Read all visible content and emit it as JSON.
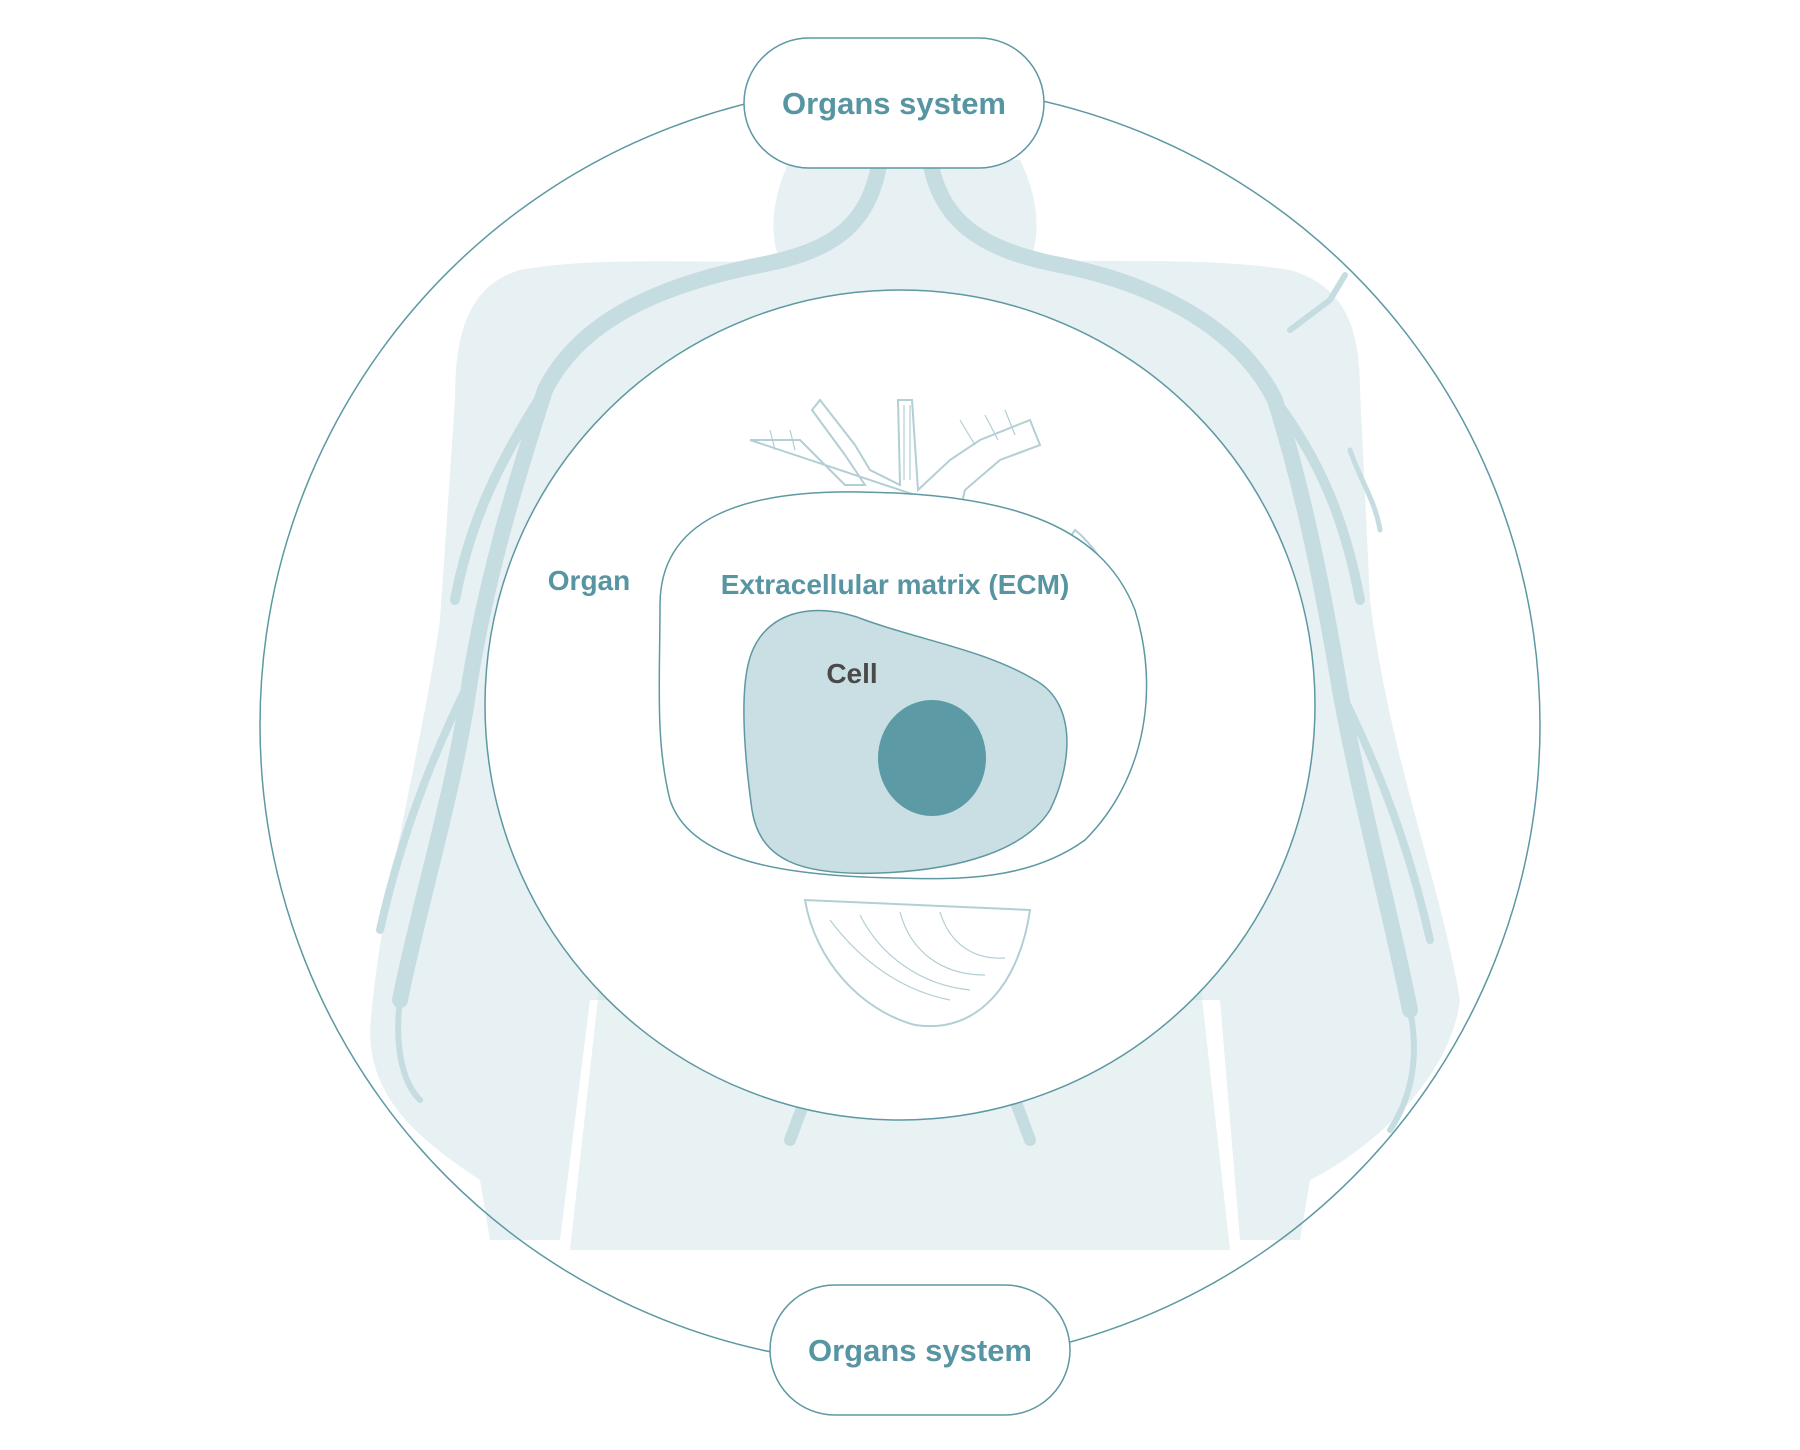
{
  "diagram": {
    "labels": {
      "organs_system_top": "Organs system",
      "organs_system_bottom": "Organs system",
      "organ": "Organ",
      "ecm": "Extracellular matrix (ECM)",
      "cell": "Cell"
    },
    "icons": {
      "background": "human-body-circulatory-illustration",
      "organ": "heart-illustration"
    },
    "colors": {
      "stroke": "#5d98a3",
      "label_teal": "#5795a2",
      "label_dark": "#4a4a4a",
      "body_fill": "#d9e8eb",
      "vessel": "#bcd7dc",
      "cell_fill": "#cadfe3",
      "nucleus": "#5c9ba6",
      "heart_line": "#b2cfd5",
      "background": "#ffffff"
    }
  }
}
